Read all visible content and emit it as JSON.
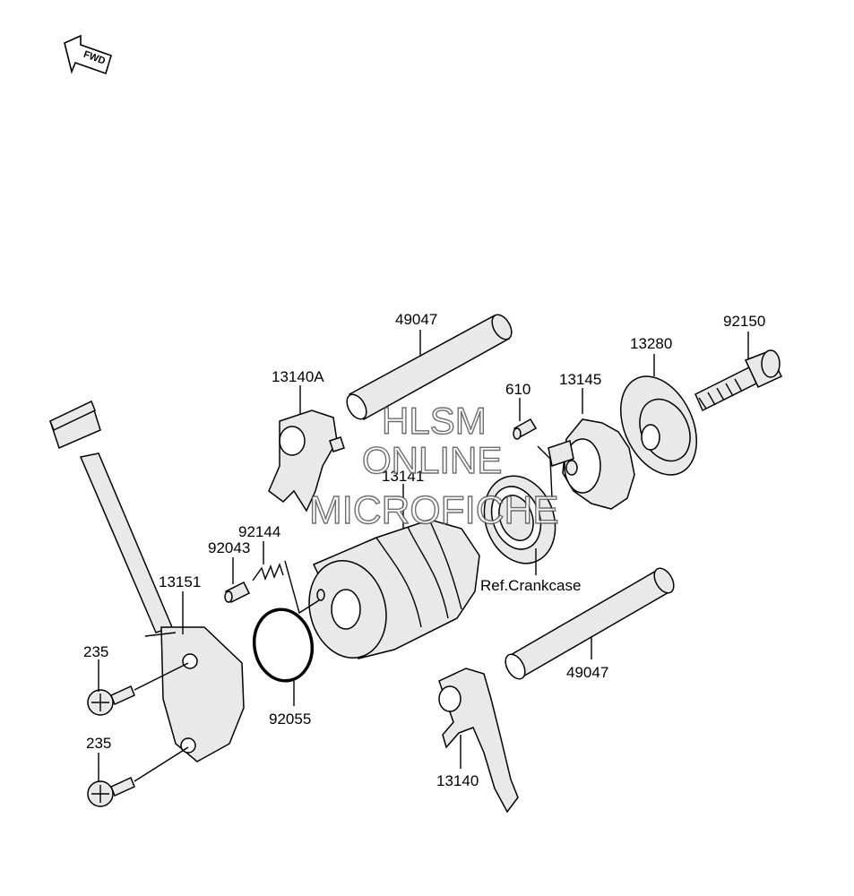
{
  "fwd_label": "FWD",
  "callouts": {
    "shaft_top": "49047",
    "bolt": "92150",
    "plate": "13280",
    "fork_top": "13140A",
    "pin": "610",
    "cam": "13145",
    "drum": "13141",
    "spring": "92144",
    "plunger": "92043",
    "sensor": "13151",
    "screw_top": "235",
    "screw_bottom": "235",
    "oring": "92055",
    "bearing_ref": "Ref.Crankcase",
    "shaft_bottom": "49047",
    "fork_bottom": "13140"
  },
  "watermark": {
    "line1": "HLSM",
    "line2": "ONLINE",
    "line3": "MICROFICHE"
  }
}
